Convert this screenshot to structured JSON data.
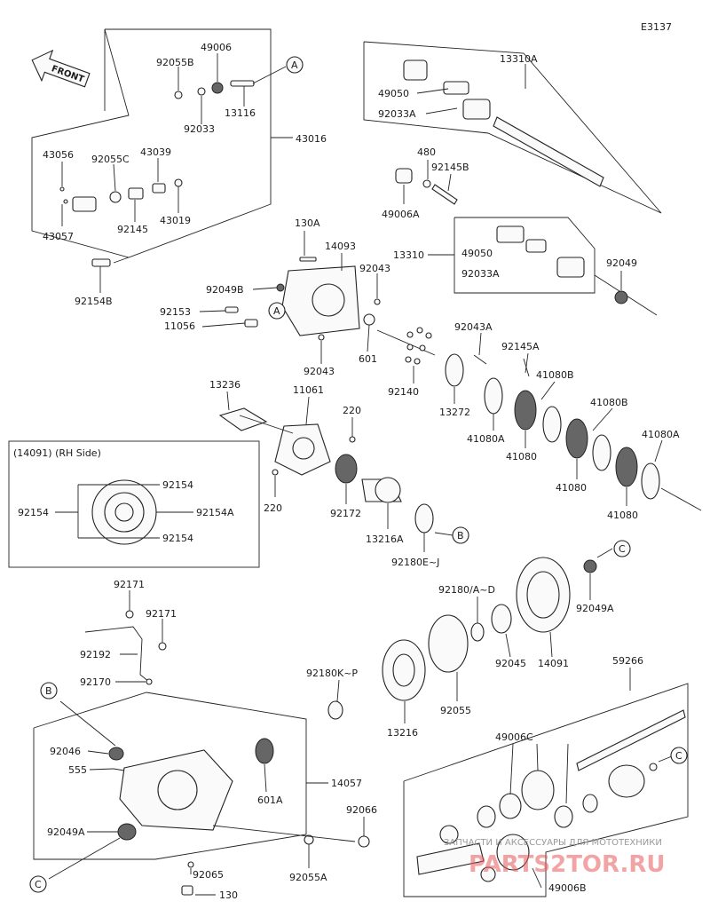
{
  "diagram_code": "E3137",
  "front_label": "FRONT",
  "rh_side_label": "(14091) (RH Side)",
  "callout_letters": {
    "a": "A",
    "b": "B",
    "c": "C"
  },
  "labels": {
    "p92055B": "92055B",
    "p49006": "49006",
    "p92033": "92033",
    "p13116": "13116",
    "p43016": "43016",
    "p43056": "43056",
    "p92055C": "92055C",
    "p43039": "43039",
    "p43057": "43057",
    "p92145": "92145",
    "p43019": "43019",
    "p92154B": "92154B",
    "p13310A": "13310A",
    "p49050a": "49050",
    "p92033Aa": "92033A",
    "p480": "480",
    "p92145B": "92145B",
    "p49006A": "49006A",
    "p13310": "13310",
    "p49050b": "49050",
    "p92033Ab": "92033A",
    "p92049": "92049",
    "p130A": "130A",
    "p14093": "14093",
    "p92043a": "92043",
    "p92049B": "92049B",
    "p92153": "92153",
    "p11056": "11056",
    "p92043b": "92043",
    "p601": "601",
    "p92043A": "92043A",
    "p92145A": "92145A",
    "p92140": "92140",
    "p13272": "13272",
    "p41080Ba": "41080B",
    "p41080A1": "41080A",
    "p41080a": "41080",
    "p41080Bb": "41080B",
    "p41080b": "41080",
    "p41080A2": "41080A",
    "p41080c": "41080",
    "p13236": "13236",
    "p11061": "11061",
    "p220a": "220",
    "p220b": "220",
    "p92154t": "92154",
    "p92154l": "92154",
    "p92154A": "92154A",
    "p92154bt": "92154",
    "p92172": "92172",
    "p13216A": "13216A",
    "p92180EJ": "92180E~J",
    "p92049A_top": "92049A",
    "p92180AD": "92180/A~D",
    "p92045": "92045",
    "p14091": "14091",
    "p92171a": "92171",
    "p92171b": "92171",
    "p92192": "92192",
    "p92170": "92170",
    "p92180KP": "92180K~P",
    "p92055": "92055",
    "p13216": "13216",
    "p59266": "59266",
    "p49006C": "49006C",
    "p92046": "92046",
    "p555": "555",
    "p601A": "601A",
    "p14057": "14057",
    "p92066": "92066",
    "p92049A_bot": "92049A",
    "p92055A": "92055A",
    "p92065": "92065",
    "p130": "130",
    "p49006B": "49006B"
  },
  "watermark": {
    "line1": "ЗАПЧАСТИ И АКСЕССУАРЫ ДЛЯ МОТОТЕХНИКИ",
    "line2": "PARTS2TOR.RU"
  }
}
